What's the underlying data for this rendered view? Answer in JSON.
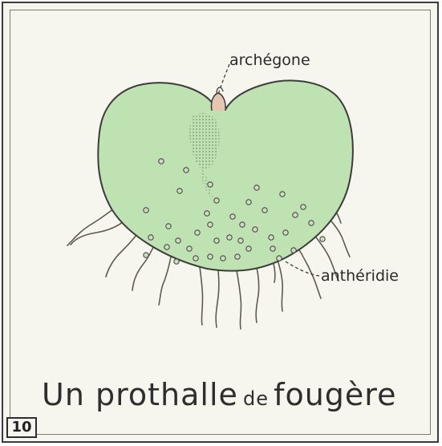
{
  "labels": {
    "archegone": "archégone",
    "antheridie": "anthéridie"
  },
  "title": {
    "part1": "Un prothalle",
    "part2": "de",
    "part3": "fougère"
  },
  "plate_number": "10",
  "colors": {
    "thallus_fill": "#bfe2b2",
    "outline": "#3c3c3c",
    "background": "#f7f6ee"
  }
}
